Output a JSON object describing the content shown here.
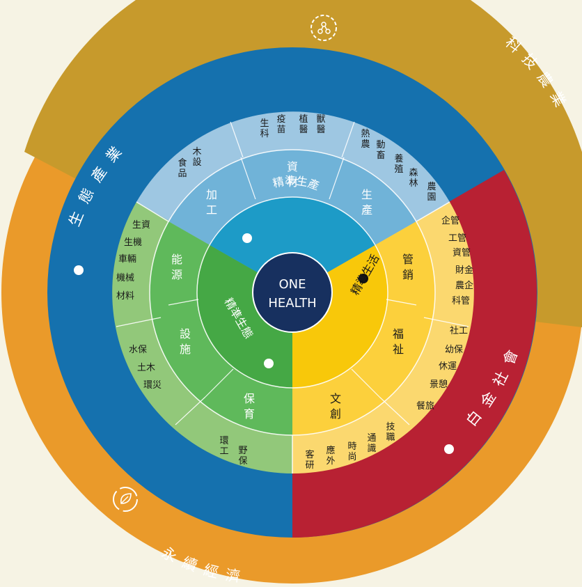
{
  "center": {
    "line1": "ONE",
    "line2": "HEALTH"
  },
  "outer_ring": {
    "top": "科技農業",
    "left": "生態產業",
    "right": "白金社會",
    "bottom": "永續經濟"
  },
  "inner": {
    "top": "精準生產",
    "left": "精準生態",
    "right": "精準生活"
  },
  "middle": {
    "top": [
      "加工",
      "資材",
      "生產"
    ],
    "right": [
      "管銷",
      "福祉",
      "文創"
    ],
    "left": [
      "能源",
      "設施",
      "保育"
    ]
  },
  "outer": {
    "top_vertical": [
      "木設",
      "食品",
      "生科",
      "疫苗",
      "植醫",
      "獸醫",
      "熱農",
      "動畜",
      "養殖",
      "森林",
      "農園"
    ],
    "right": [
      "企管",
      "工管",
      "資管",
      "財金",
      "農企",
      "科管",
      "社工",
      "幼保",
      "休運",
      "景憩",
      "餐旅"
    ],
    "right_vertical": [
      "技職",
      "通識",
      "時尚",
      "應外",
      "客研"
    ],
    "left": [
      "生資",
      "生機",
      "車輛",
      "機械",
      "材料",
      "水保",
      "土木",
      "環災"
    ],
    "left_vertical": [
      "環工",
      "野保"
    ]
  },
  "colors": {
    "gold": "#c79a2c",
    "orange": "#ea9a2a",
    "blue": "#1571ae",
    "red": "#b82133",
    "navy": "#17305f"
  },
  "icons": {
    "top": "gear-network-icon",
    "bottom": "leaf-recycle-icon"
  }
}
